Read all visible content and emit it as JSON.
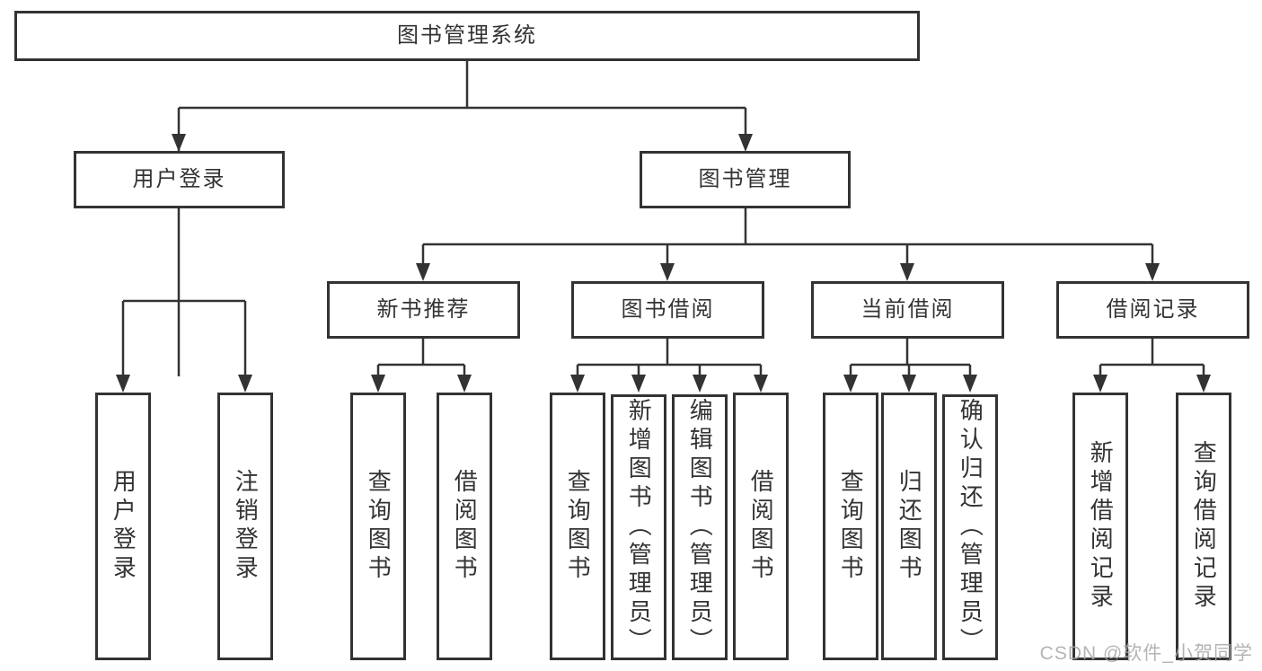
{
  "diagram": {
    "title": "图书管理系统",
    "tree": {
      "root": {
        "label": "图书管理系统"
      },
      "branches": [
        {
          "label": "用户登录",
          "children": [
            {
              "label": "用户登录"
            },
            {
              "label": "注销登录"
            }
          ]
        },
        {
          "label": "图书管理",
          "sections": [
            {
              "label": "新书推荐",
              "children": [
                {
                  "label": "查询图书"
                },
                {
                  "label": "借阅图书"
                }
              ]
            },
            {
              "label": "图书借阅",
              "children": [
                {
                  "label": "查询图书"
                },
                {
                  "label": "新增图书（管理员）"
                },
                {
                  "label": "编辑图书（管理员）"
                },
                {
                  "label": "借阅图书"
                }
              ]
            },
            {
              "label": "当前借阅",
              "children": [
                {
                  "label": "查询图书"
                },
                {
                  "label": "归还图书"
                },
                {
                  "label": "确认归还（管理员）"
                }
              ]
            },
            {
              "label": "借阅记录",
              "children": [
                {
                  "label": "新增借阅记录"
                },
                {
                  "label": "查询借阅记录"
                }
              ]
            }
          ]
        }
      ]
    },
    "colors": {
      "line": "#333333",
      "box_border": "#333333",
      "box_fill": "#ffffff",
      "text": "#333333",
      "watermark": "#a8a8a8",
      "background": "#ffffff"
    }
  },
  "watermark": {
    "text": "CSDN @软件_小贺同学"
  }
}
